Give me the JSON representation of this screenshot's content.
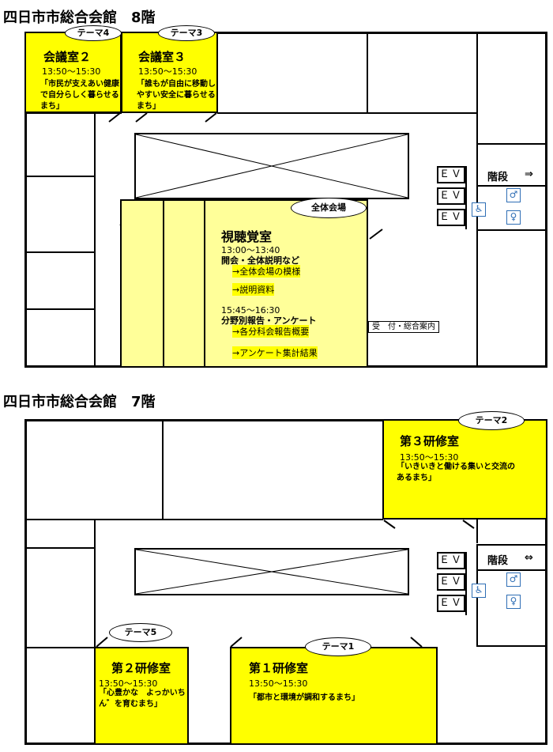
{
  "floor8": {
    "heading": "四日市市総合会館　8階",
    "rooms": {
      "kaigi2": {
        "bubble": "テーマ4",
        "name": "会議室２",
        "time": "13:50～15:30",
        "theme": "「市民が支えあい健康で自分らしく暮らせるまち」"
      },
      "kaigi3": {
        "bubble": "テーマ3",
        "name": "会議室３",
        "time": "13:50～15:30",
        "theme": "「誰もが自由に移動しやすい安全に暮らせるまち」"
      }
    },
    "auditorium": {
      "bubble": "全体会場",
      "name": "視聴覚室",
      "time1": "13:00～13:40",
      "label1": "開会・全体説明など",
      "link1": "→全体会場の模様",
      "link2": "→説明資料",
      "time2": "15:45～16:30",
      "label2": "分野別報告・アンケート",
      "link3": "→各分科会報告概要",
      "link4": "→アンケート集計結果"
    },
    "reception": "受　付・総合案内",
    "stairs": "階段",
    "stairs_arrow": "⇒",
    "ev": [
      "ＥＶ",
      "ＥＶ",
      "ＥＶ"
    ]
  },
  "floor7": {
    "heading": "四日市市総合会館　7階",
    "rooms": {
      "kenshu3": {
        "bubble": "テーマ2",
        "name": "第３研修室",
        "time": "13:50～15:30",
        "theme": "「いきいきと働ける集いと交流のあるまち」"
      },
      "kenshu2": {
        "bubble": "テーマ5",
        "name": "第２研修室",
        "time": "13:50～15:30",
        "theme": "「心豊かな　よっかいちん゛を育むまち」"
      },
      "kenshu1": {
        "bubble": "テーマ1",
        "name": "第１研修室",
        "time": "13:50～15:30",
        "theme": "「都市と環境が調和するまち」"
      }
    },
    "stairs": "階段",
    "stairs_arrow": "⇔",
    "ev": [
      "ＥＶ",
      "ＥＶ",
      "ＥＶ"
    ]
  },
  "icons": {
    "wheelchair": "wheelchair-icon",
    "male": "male-toilet-icon",
    "female": "female-toilet-icon"
  },
  "colors": {
    "highlight": "#ffff00",
    "auditorium": "#ffff99",
    "icon_blue": "#2e6eb5"
  }
}
